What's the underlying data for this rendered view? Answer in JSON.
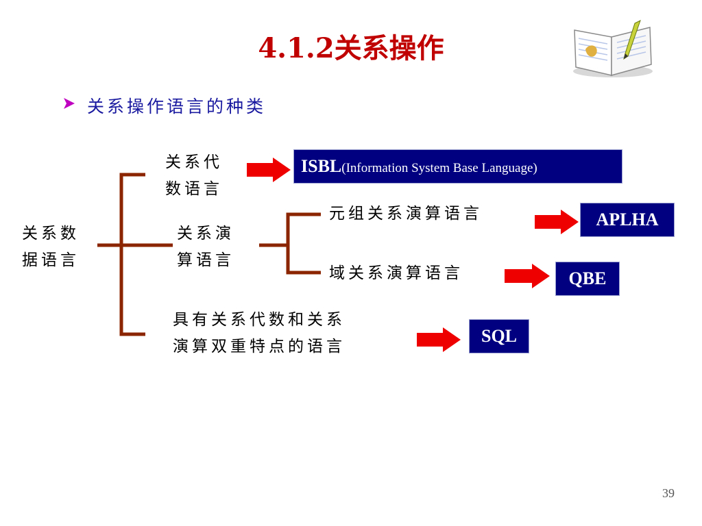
{
  "slide": {
    "title": "4.1.2关系操作",
    "bullet": "关系操作语言的种类",
    "page_number": "39"
  },
  "diagram": {
    "root": [
      "关系数",
      "据语言"
    ],
    "algebra": [
      "关系代",
      "数语言"
    ],
    "calculus": [
      "关系演",
      "算语言"
    ],
    "tuple_calculus": "元组关系演算语言",
    "domain_calculus": "域关系演算语言",
    "dual": [
      "具有关系代数和关系",
      "演算双重特点的语言"
    ],
    "isbl_name": "ISBL",
    "isbl_desc": "(Information System Base Language)",
    "aplha": "APLHA",
    "qbe": "QBE",
    "sql": "SQL"
  },
  "colors": {
    "title": "#c00000",
    "bullet_text": "#1a1aa0",
    "bracket": "#8b2500",
    "arrow": "#ee0000",
    "box": "#000080"
  }
}
